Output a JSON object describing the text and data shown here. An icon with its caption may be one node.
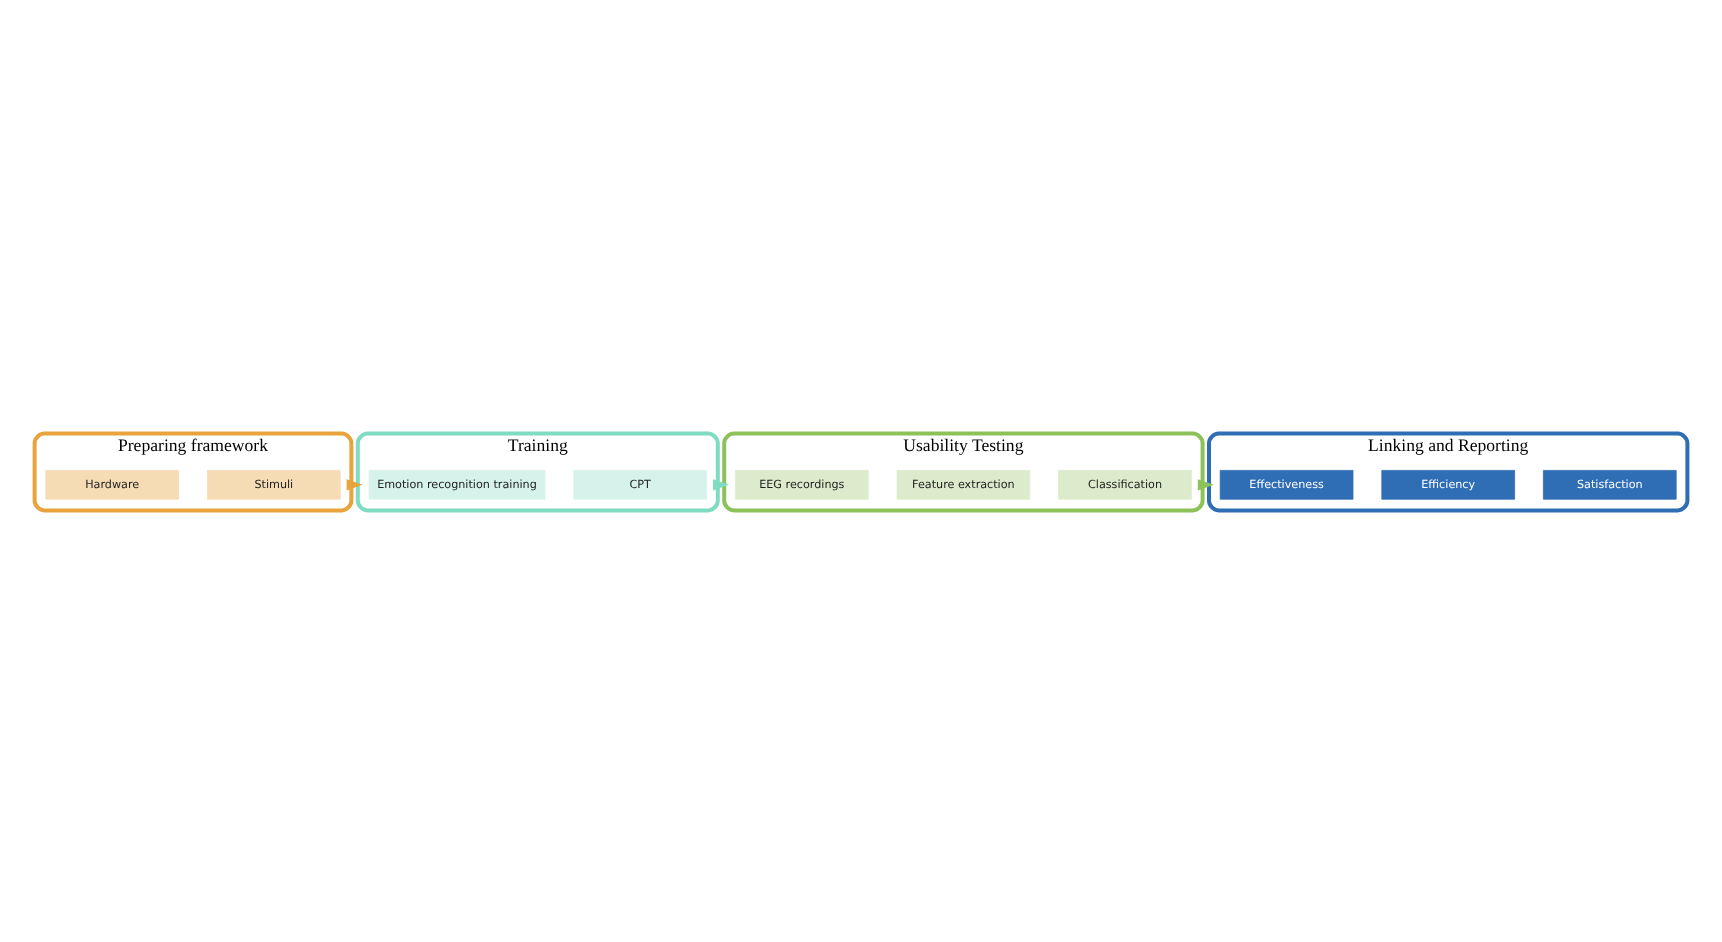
{
  "diagram": {
    "nodes": [
      {
        "text": [
          "Preparing framework"
        ]
      },
      {
        "text": [
          "Hardware"
        ],
        "in": 0
      },
      {
        "text": [
          "Stimuli"
        ],
        "in": 0
      },
      {
        "text": [
          "Training"
        ]
      },
      {
        "text": [
          "Emotion recognition training"
        ],
        "in": 3
      },
      {
        "text": [
          "CPT"
        ],
        "in": 3
      },
      {
        "text": [
          "Usability Testing"
        ]
      },
      {
        "text": [
          "EEG recordings"
        ],
        "in": 6
      },
      {
        "text": [
          "Feature extraction"
        ],
        "in": 6
      },
      {
        "text": [
          "Classification"
        ],
        "in": 6
      },
      {
        "text": [
          "Linking and Reporting"
        ]
      },
      {
        "text": [
          "Effectiveness"
        ],
        "in": 10
      },
      {
        "text": [
          "Efficiency"
        ],
        "in": 10
      },
      {
        "text": [
          "Satisfaction"
        ],
        "in": 10
      }
    ],
    "edges": [
      {
        "from": 0,
        "to": 3,
        "arrow": "to",
        "color": "#e8a33d"
      },
      {
        "from": 3,
        "to": 6,
        "arrow": "to",
        "color": "#7fdcc0"
      },
      {
        "from": 6,
        "to": 10,
        "arrow": "to",
        "color": "#8dc15a"
      }
    ]
  }
}
